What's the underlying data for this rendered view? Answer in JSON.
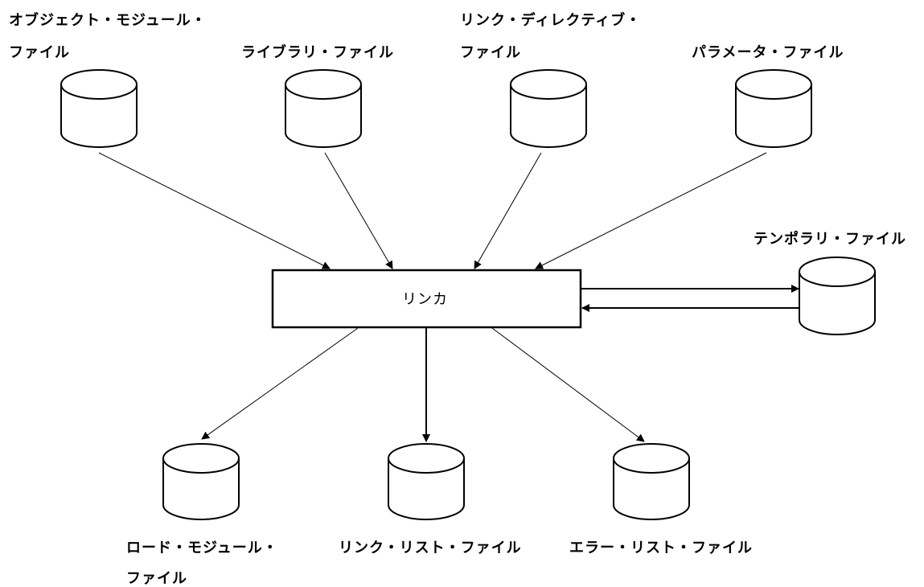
{
  "diagram": {
    "inputs": {
      "object_module_file": [
        "オブジェクト・モジュール・",
        "ファイル"
      ],
      "library_file": "ライブラリ・ファイル",
      "link_directive_file": [
        "リンク・ディレクティブ・",
        "ファイル"
      ],
      "parameter_file": "パラメータ・ファイル"
    },
    "center": {
      "linker": "リンカ"
    },
    "temporary_file": "テンポラリ・ファイル",
    "outputs": {
      "load_module_file": [
        "ロード・モジュール・",
        "ファイル"
      ],
      "link_list_file": "リンク・リスト・ファイル",
      "error_list_file": "エラー・リスト・ファイル"
    }
  }
}
